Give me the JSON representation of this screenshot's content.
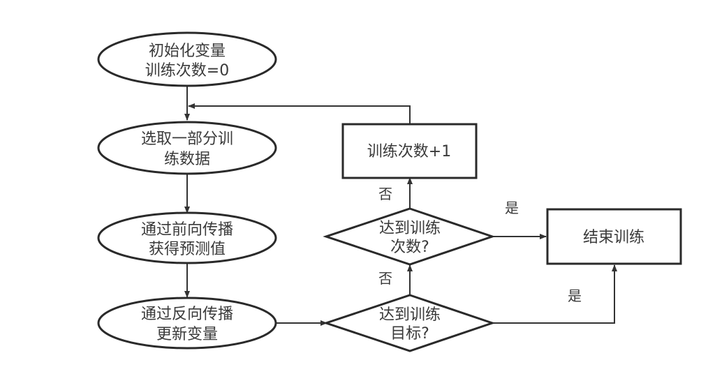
{
  "diagram": {
    "type": "flowchart",
    "nodes": [
      {
        "id": "init",
        "shape": "ellipse",
        "lines": [
          "初始化变量",
          "训练次数=0"
        ]
      },
      {
        "id": "select",
        "shape": "ellipse",
        "lines": [
          "选取一部分训",
          "练数据"
        ]
      },
      {
        "id": "forward",
        "shape": "ellipse",
        "lines": [
          "通过前向传播",
          "获得预测值"
        ]
      },
      {
        "id": "backward",
        "shape": "ellipse",
        "lines": [
          "通过反向传播",
          "更新变量"
        ]
      },
      {
        "id": "goal",
        "shape": "diamond",
        "lines": [
          "达到训练",
          "目标?"
        ]
      },
      {
        "id": "count",
        "shape": "diamond",
        "lines": [
          "达到训练",
          "次数?"
        ]
      },
      {
        "id": "increment",
        "shape": "rect",
        "lines": [
          "训练次数+1"
        ]
      },
      {
        "id": "end",
        "shape": "rect",
        "lines": [
          "结束训练"
        ]
      }
    ],
    "edges": [
      {
        "from": "init",
        "to": "select",
        "label": ""
      },
      {
        "from": "select",
        "to": "forward",
        "label": ""
      },
      {
        "from": "forward",
        "to": "backward",
        "label": ""
      },
      {
        "from": "backward",
        "to": "goal",
        "label": ""
      },
      {
        "from": "goal",
        "to": "count",
        "label": "否"
      },
      {
        "from": "goal",
        "to": "end",
        "label": "是"
      },
      {
        "from": "count",
        "to": "increment",
        "label": "否"
      },
      {
        "from": "count",
        "to": "end",
        "label": "是"
      },
      {
        "from": "increment",
        "to": "select",
        "label": ""
      }
    ]
  }
}
